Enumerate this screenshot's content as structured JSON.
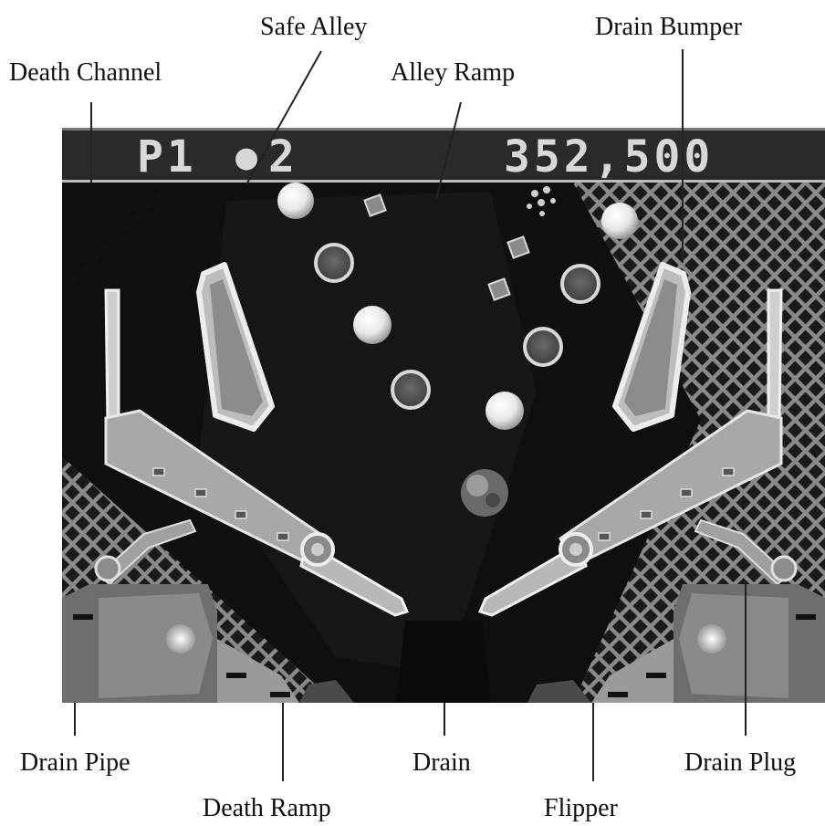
{
  "hud": {
    "player": "P1",
    "balls": "2",
    "score": "352,500"
  },
  "callouts": {
    "safe_alley": "Safe Alley",
    "drain_bumper": "Drain Bumper",
    "death_channel": "Death Channel",
    "alley_ramp": "Alley Ramp",
    "drain_pipe": "Drain Pipe",
    "drain": "Drain",
    "drain_plug": "Drain Plug",
    "death_ramp": "Death Ramp",
    "flipper": "Flipper"
  }
}
